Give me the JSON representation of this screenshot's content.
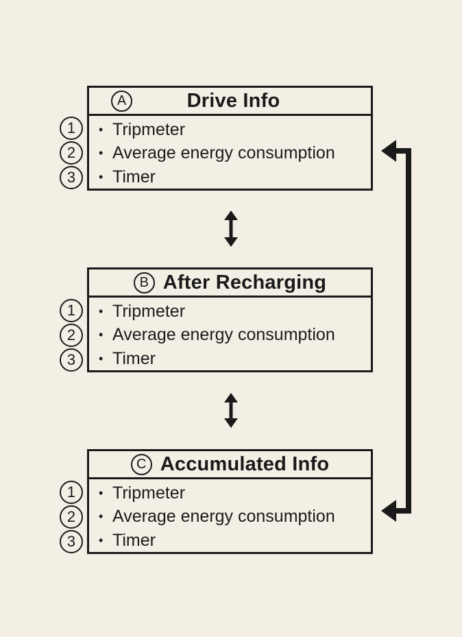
{
  "panels": [
    {
      "letter": "A",
      "title": "Drive Info",
      "items": [
        "Tripmeter",
        "Average energy consumption",
        "Timer"
      ],
      "numbers": [
        "1",
        "2",
        "3"
      ]
    },
    {
      "letter": "B",
      "title": "After Recharging",
      "items": [
        "Tripmeter",
        "Average energy consumption",
        "Timer"
      ],
      "numbers": [
        "1",
        "2",
        "3"
      ]
    },
    {
      "letter": "C",
      "title": "Accumulated Info",
      "items": [
        "Tripmeter",
        "Average energy consumption",
        "Timer"
      ],
      "numbers": [
        "1",
        "2",
        "3"
      ]
    }
  ],
  "bullet": "•",
  "colors": {
    "background": "#f3efe5",
    "ink": "#1a1a1a"
  }
}
